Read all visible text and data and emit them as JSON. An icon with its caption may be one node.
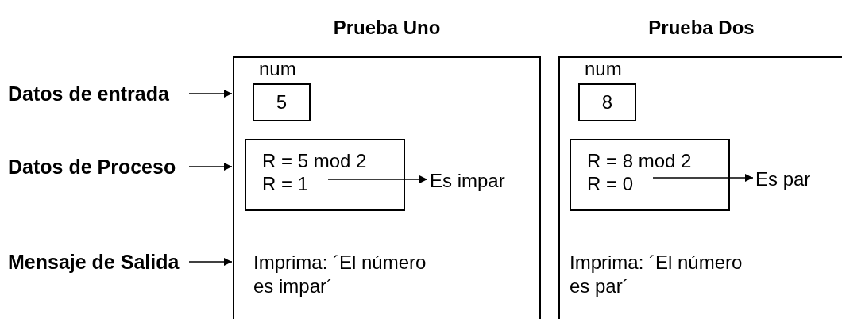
{
  "diagram": {
    "nodes": [
      {
        "text": [
          "Datos de entrada"
        ]
      },
      {
        "text": [
          "Datos de Proceso"
        ]
      },
      {
        "text": [
          "Mensaje de Salida"
        ]
      },
      {
        "text": [
          "Prueba Uno",
          "Imprima: ´El número es impar´"
        ]
      },
      {
        "text": [
          "num",
          "5"
        ],
        "in": 3
      },
      {
        "text": [
          "R = 5 mod 2",
          "R = 1"
        ],
        "in": 3
      },
      {
        "text": [
          "Es impar"
        ],
        "in": 3
      },
      {
        "text": [
          "Prueba Dos",
          "Imprima: ´El número es par´"
        ]
      },
      {
        "text": [
          "num",
          "8"
        ],
        "in": 7
      },
      {
        "text": [
          "R = 8 mod 2",
          "R = 0"
        ],
        "in": 7
      },
      {
        "text": [
          "Es par"
        ],
        "in": 7
      }
    ],
    "edges": [
      {
        "from": 0,
        "to": 3,
        "arrow": "to"
      },
      {
        "from": 1,
        "to": 3,
        "arrow": "to"
      },
      {
        "from": 2,
        "to": 3,
        "arrow": "to"
      },
      {
        "from": 5,
        "to": 6,
        "arrow": "to"
      },
      {
        "from": 9,
        "to": 10,
        "arrow": "to"
      }
    ]
  }
}
